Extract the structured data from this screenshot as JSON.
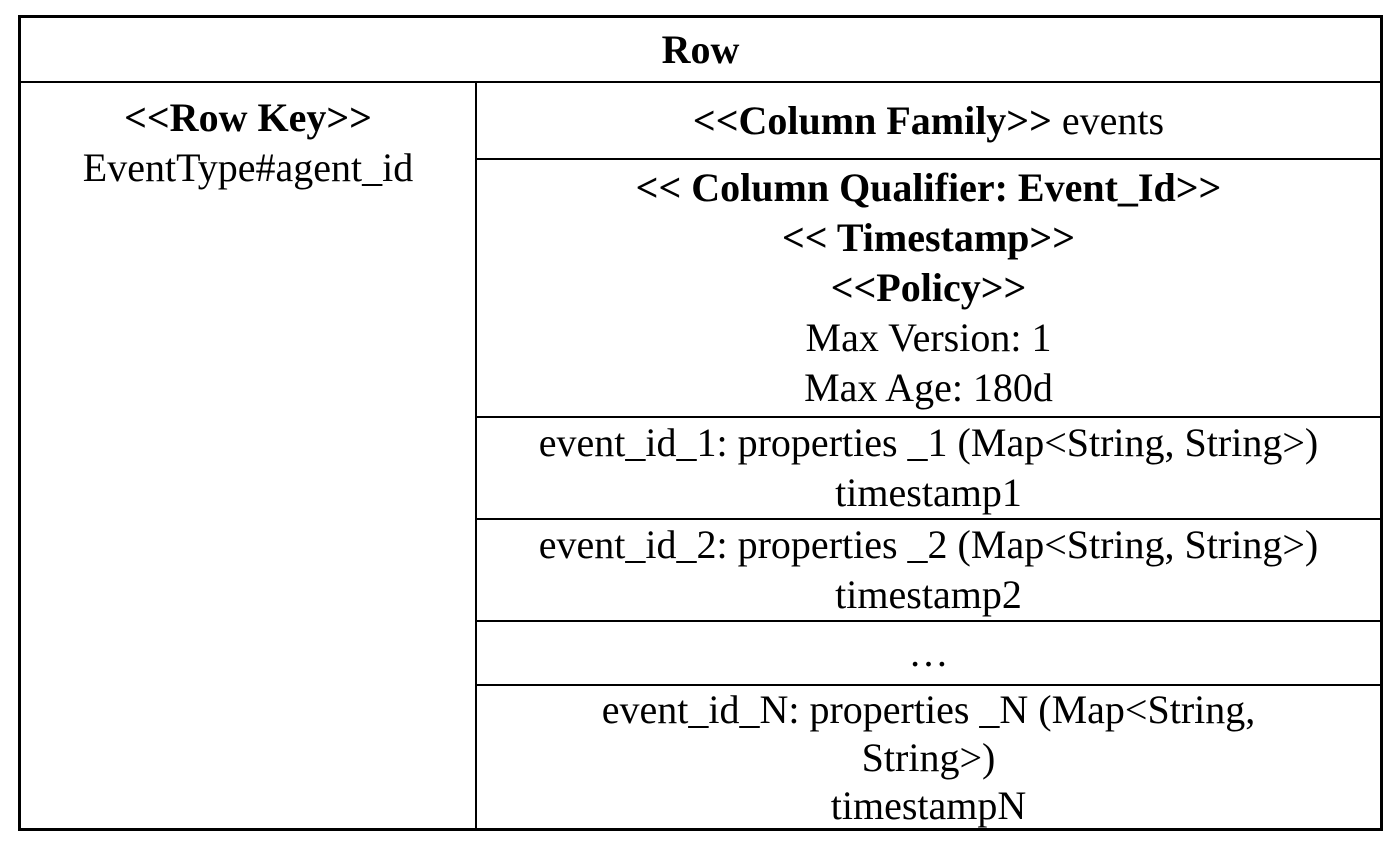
{
  "table": {
    "title": "Row",
    "row_key": {
      "stereotype": "<<Row Key>>",
      "value": "EventType#agent_id"
    },
    "column_family": {
      "stereotype": "<<Column Family>>",
      "name": "events"
    },
    "column_qualifier": {
      "qualifier_line": "<< Column Qualifier: Event_Id>>",
      "timestamp_line": "<< Timestamp>>",
      "policy_line": "<<Policy>>",
      "max_version_line": "Max Version: 1",
      "max_age_line": "Max Age: 180d"
    },
    "event_cells": [
      "event_id_1: properties _1 (Map<String, String>)\ntimestamp1",
      "event_id_2: properties _2 (Map<String, String>)\ntimestamp2",
      "…",
      "event_id_N: properties _N (Map<String,\nString>)\ntimestampN"
    ]
  }
}
